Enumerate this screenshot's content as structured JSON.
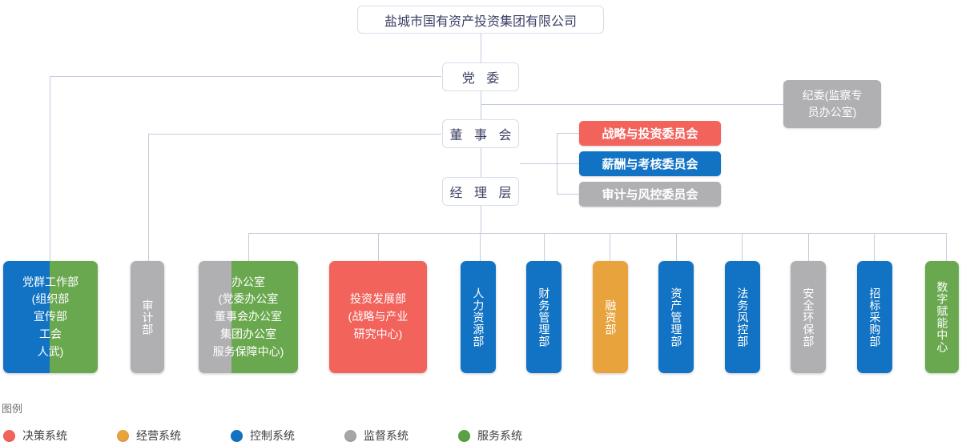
{
  "root": {
    "label": "盐城市国有资产投资集团有限公司"
  },
  "governance": [
    {
      "label": "党 委"
    },
    {
      "label": "董 事 会"
    },
    {
      "label": "经 理 层"
    }
  ],
  "supervision": {
    "label": "纪委(监察专\n员办公室)",
    "color": "#b0b0b3"
  },
  "committees": [
    {
      "label": "战略与投资委员会",
      "color": "#f2635c",
      "system": "决策系统"
    },
    {
      "label": "薪酬与考核委员会",
      "color": "#1273c4",
      "system": "控制系统"
    },
    {
      "label": "审计与风控委员会",
      "color": "#b0b0b3",
      "system": "监督系统"
    }
  ],
  "departments": [
    {
      "label": "党群工作部\n(组织部\n宣传部\n工会\n人武)",
      "orientation": "horizontal",
      "colors": [
        "#1273c4",
        "#6aa84f"
      ],
      "split": 0.49
    },
    {
      "label": "审计部",
      "orientation": "vertical",
      "colors": [
        "#b0b0b3"
      ],
      "split": 1
    },
    {
      "label": "办公室\n(党委办公室\n董事会办公室\n集团办公室\n服务保障中心)",
      "orientation": "horizontal",
      "colors": [
        "#b0b0b3",
        "#6aa84f"
      ],
      "split": 0.33
    },
    {
      "label": "投资发展部\n(战略与产业\n研究中心)",
      "orientation": "horizontal",
      "colors": [
        "#f2635c"
      ],
      "split": 1
    },
    {
      "label": "人力资源部",
      "orientation": "vertical",
      "colors": [
        "#1273c4"
      ],
      "split": 1
    },
    {
      "label": "财务管理部",
      "orientation": "vertical",
      "colors": [
        "#1273c4"
      ],
      "split": 1
    },
    {
      "label": "融资部",
      "orientation": "vertical",
      "colors": [
        "#e8a33d"
      ],
      "split": 1
    },
    {
      "label": "资产管理部",
      "orientation": "vertical",
      "colors": [
        "#1273c4"
      ],
      "split": 1
    },
    {
      "label": "法务风控部",
      "orientation": "vertical",
      "colors": [
        "#1273c4"
      ],
      "split": 1
    },
    {
      "label": "安全环保部",
      "orientation": "vertical",
      "colors": [
        "#b0b0b3"
      ],
      "split": 1
    },
    {
      "label": "招标采购部",
      "orientation": "vertical",
      "colors": [
        "#1273c4"
      ],
      "split": 1
    },
    {
      "label": "数字赋能中心",
      "orientation": "vertical",
      "colors": [
        "#6aa84f"
      ],
      "split": 1
    }
  ],
  "legend": {
    "title": "图例",
    "items": [
      {
        "label": "决策系统",
        "color": "#f2635c"
      },
      {
        "label": "经营系统",
        "color": "#e8a33d"
      },
      {
        "label": "控制系统",
        "color": "#1273c4"
      },
      {
        "label": "监督系统",
        "color": "#a6a6a9"
      },
      {
        "label": "服务系统",
        "color": "#5aa146"
      }
    ]
  },
  "line_color": "#c3ccdd"
}
